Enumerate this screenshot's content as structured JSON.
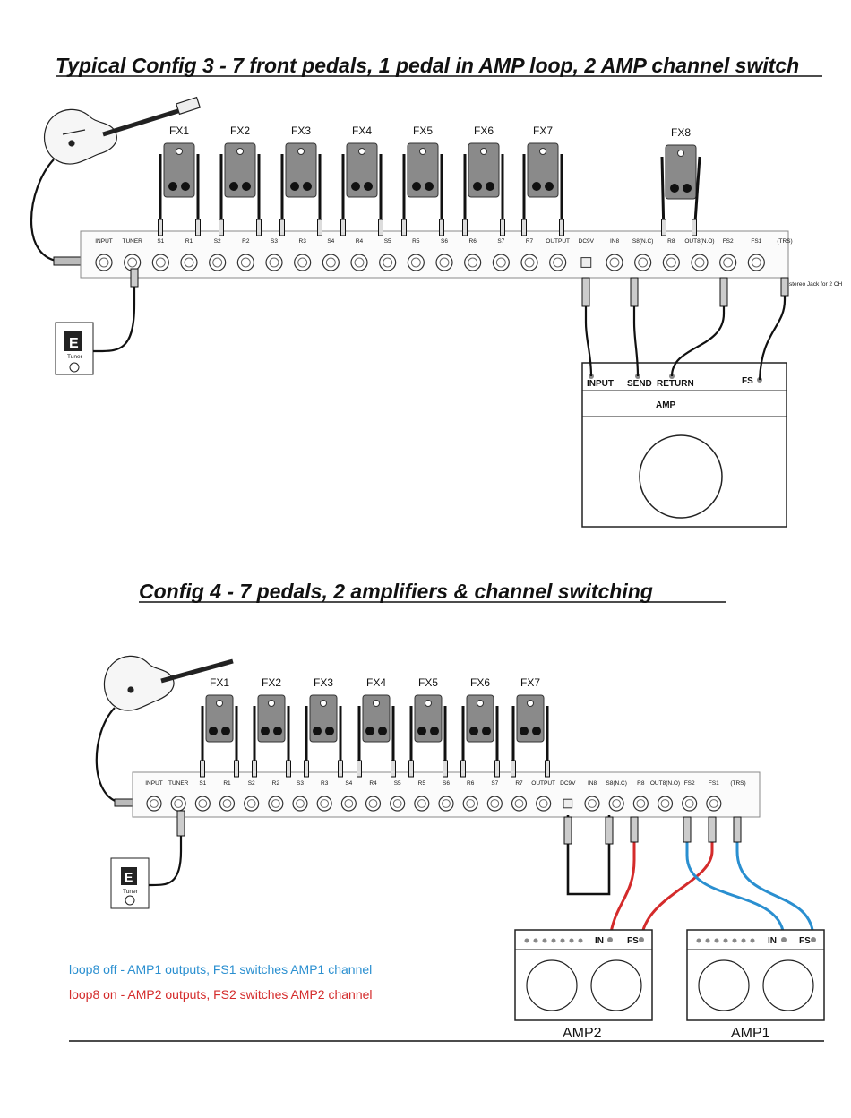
{
  "config3": {
    "title": "Typical Config 3 - 7 front pedals, 1 pedal in AMP loop, 2 AMP channel switch",
    "pedals": [
      "FX1",
      "FX2",
      "FX3",
      "FX4",
      "FX5",
      "FX6",
      "FX7"
    ],
    "loop_pedal": "FX8",
    "jacks": [
      "INPUT",
      "TUNER",
      "S1",
      "R1",
      "S2",
      "R2",
      "S3",
      "R3",
      "S4",
      "R4",
      "S5",
      "R5",
      "S6",
      "R6",
      "S7",
      "R7",
      "OUTPUT",
      "DC9V",
      "IN8",
      "S8(N.C)",
      "R8",
      "OUT8(N.O)",
      "FS2",
      "FS1",
      "(TRS)"
    ],
    "stereo_note": "stereo Jack for 2 CH",
    "amp": {
      "name": "AMP",
      "input": "INPUT",
      "send": "SEND",
      "return": "RETURN",
      "fs": "FS"
    },
    "tuner_label": "Tuner",
    "tuner_display": "E"
  },
  "config4": {
    "title": "Config 4 - 7 pedals, 2 amplifiers & channel switching",
    "pedals": [
      "FX1",
      "FX2",
      "FX3",
      "FX4",
      "FX5",
      "FX6",
      "FX7"
    ],
    "jacks": [
      "INPUT",
      "TUNER",
      "S1",
      "R1",
      "S2",
      "R2",
      "S3",
      "R3",
      "S4",
      "R4",
      "S5",
      "R5",
      "S6",
      "R6",
      "S7",
      "R7",
      "OUTPUT",
      "DC9V",
      "IN8",
      "S8(N.C)",
      "R8",
      "OUT8(N.O)",
      "FS2",
      "FS1",
      "(TRS)"
    ],
    "amp2": {
      "name": "AMP2",
      "in": "IN",
      "fs": "FS"
    },
    "amp1": {
      "name": "AMP1",
      "in": "IN",
      "fs": "FS"
    },
    "legend_blue": "loop8 off - AMP1 outputs,  FS1 switches AMP1 channel",
    "legend_red": "loop8 on - AMP2 outputs,  FS2 switches AMP2 channel",
    "tuner_label": "Tuner",
    "tuner_display": "E"
  },
  "colors": {
    "blue": "#2a8fd0",
    "red": "#d42b2b",
    "ink": "#111111",
    "pedal_gray": "#8a8a8a"
  }
}
